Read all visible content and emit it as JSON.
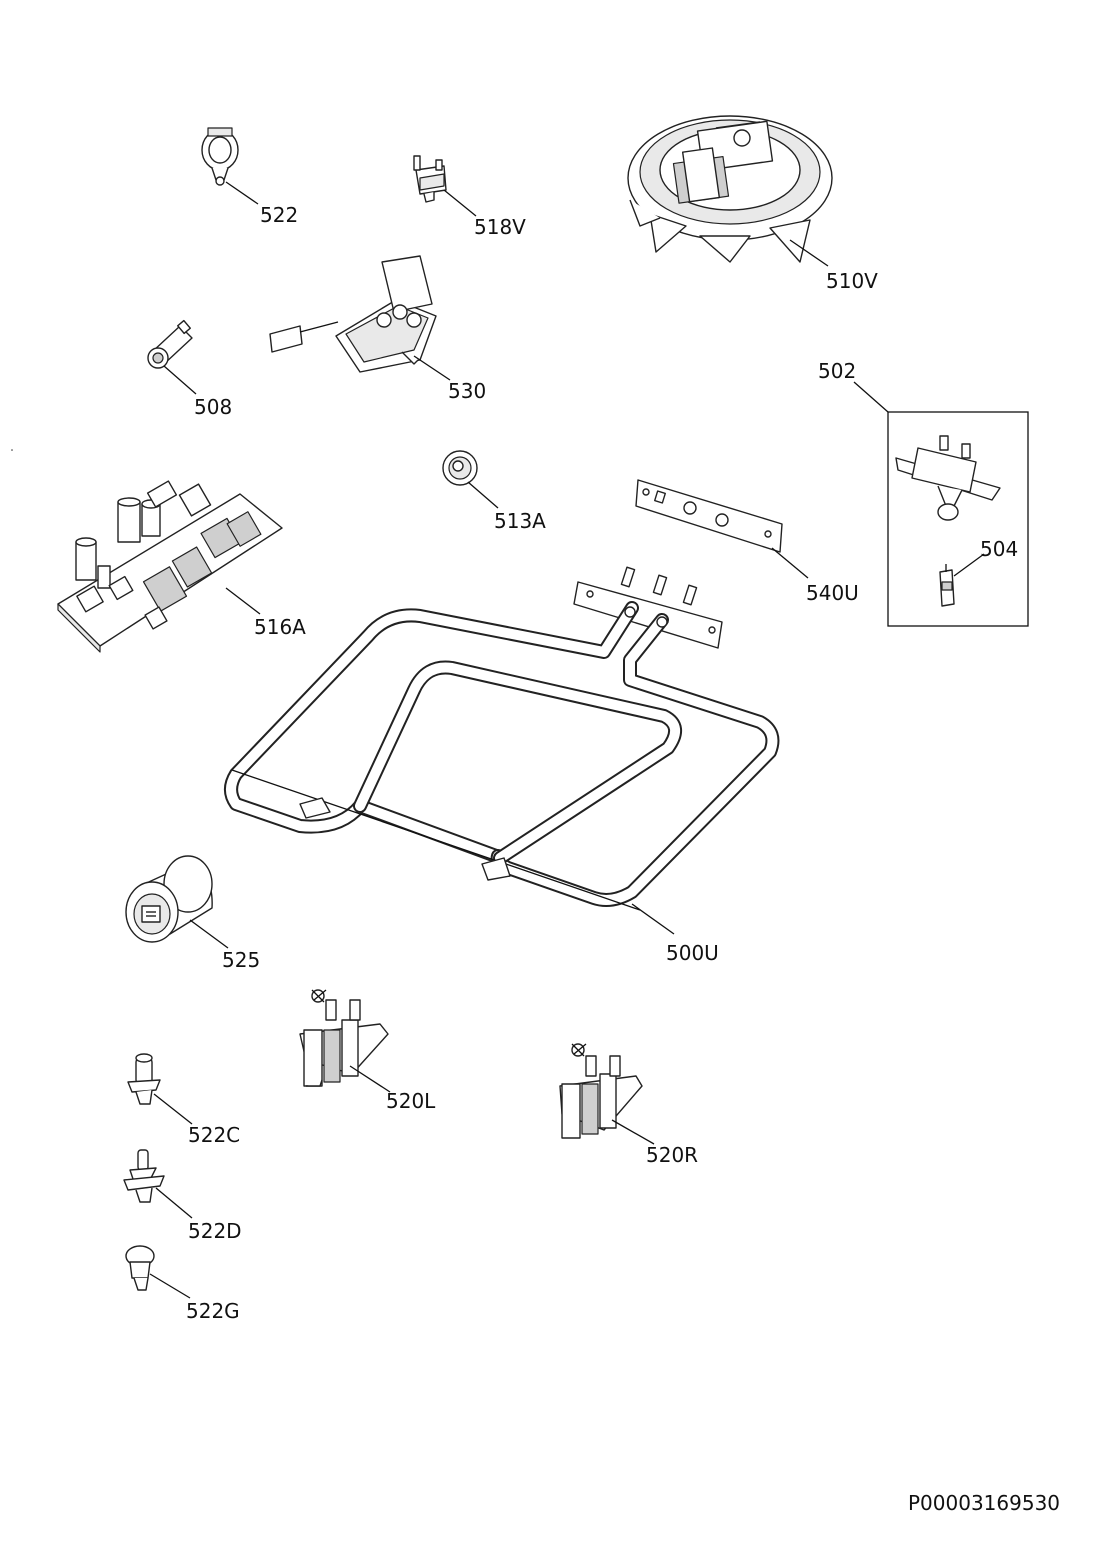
{
  "parts": {
    "p522": {
      "label": "522"
    },
    "p518V": {
      "label": "518V"
    },
    "p510V": {
      "label": "510V"
    },
    "p508": {
      "label": "508"
    },
    "p530": {
      "label": "530"
    },
    "p502": {
      "label": "502"
    },
    "p504": {
      "label": "504"
    },
    "p513A": {
      "label": "513A"
    },
    "p516A": {
      "label": "516A"
    },
    "p540U": {
      "label": "540U"
    },
    "p500U": {
      "label": "500U"
    },
    "p525": {
      "label": "525"
    },
    "p520L": {
      "label": "520L"
    },
    "p520R": {
      "label": "520R"
    },
    "p522C": {
      "label": "522C"
    },
    "p522D": {
      "label": "522D"
    },
    "p522G": {
      "label": "522G"
    }
  },
  "document": {
    "code": "P00003169530"
  },
  "colors": {
    "line": "#111111",
    "background": "#ffffff"
  }
}
